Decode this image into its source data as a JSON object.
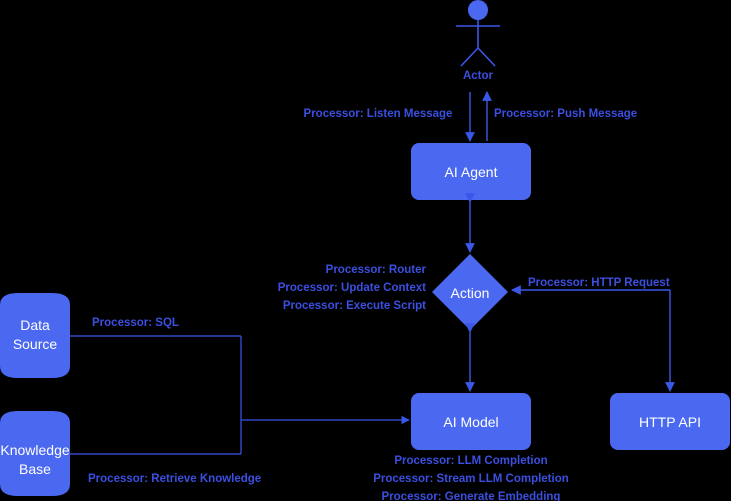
{
  "colors": {
    "background": "#000000",
    "node_fill": "#4a68f0",
    "node_text": "#ffffff",
    "edge_stroke": "#3b57e8",
    "edge_label_text": "#3b4fe0",
    "actor_stroke": "#3b57e8"
  },
  "nodes": {
    "actor": {
      "label": "Actor"
    },
    "ai_agent": {
      "label": "AI Agent"
    },
    "action": {
      "label": "Action"
    },
    "ai_model": {
      "label": "AI Model"
    },
    "http_api": {
      "label": "HTTP API"
    },
    "data_source": {
      "label": "Data\nSource"
    },
    "knowledge_base": {
      "label": "Knowledge\nBase"
    }
  },
  "edge_labels": {
    "listen_message": "Processor: Listen Message",
    "push_message": "Processor: Push Message",
    "action_processors": "Processor: Router\nProcessor: Update Context\nProcessor: Execute Script",
    "http_request": "Processor: HTTP Request",
    "sql": "Processor: SQL",
    "retrieve_knowledge": "Processor: Retrieve Knowledge",
    "model_processors": "Processor: LLM Completion\nProcessor: Stream LLM Completion\nProcessor: Generate Embedding"
  }
}
